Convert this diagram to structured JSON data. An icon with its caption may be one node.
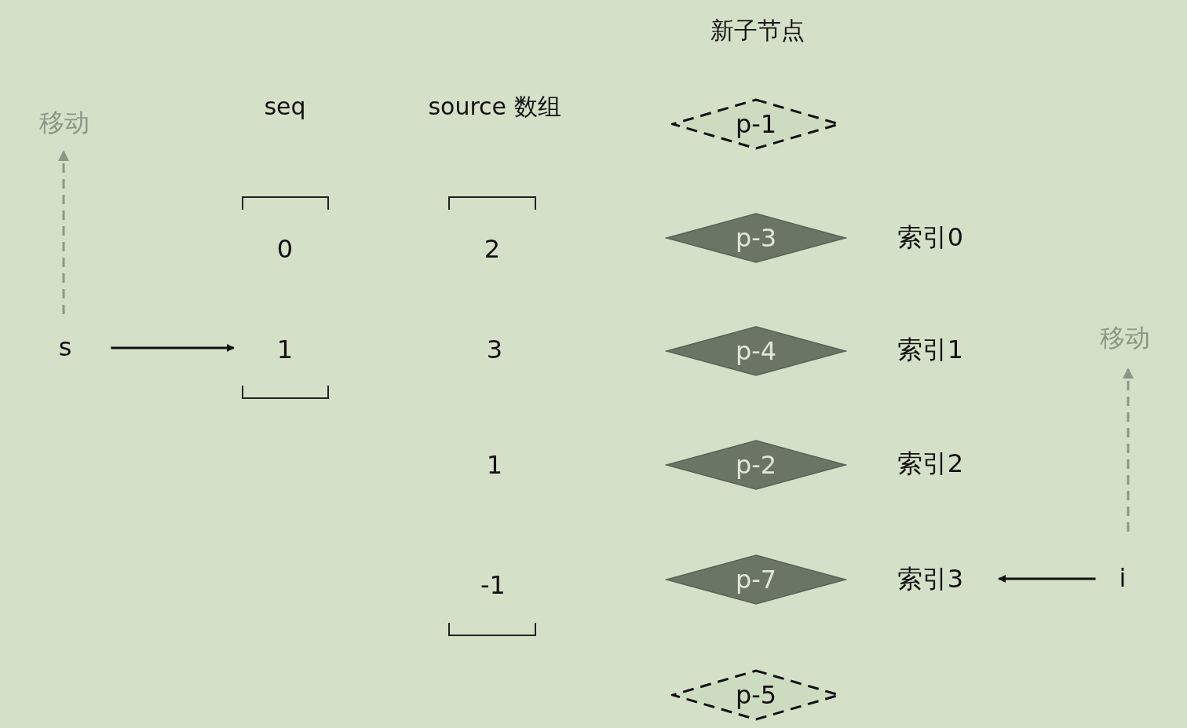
{
  "diagram": {
    "nodes": [
      {
        "text": [
          "p-1"
        ]
      },
      {
        "text": [
          "p-3"
        ]
      },
      {
        "text": [
          "p-4"
        ]
      },
      {
        "text": [
          "p-2"
        ]
      },
      {
        "text": [
          "p-7"
        ]
      },
      {
        "text": [
          "p-5"
        ]
      },
      {
        "text": [
          "s"
        ]
      },
      {
        "text": [
          "1"
        ]
      },
      {
        "text": [
          "索引3"
        ]
      },
      {
        "text": [
          "i"
        ]
      }
    ],
    "edges": [
      {
        "from": 6,
        "to": 7,
        "arrow": "to"
      },
      {
        "from": 9,
        "to": 8,
        "arrow": "to"
      }
    ],
    "labels": [
      "新子节点",
      "seq",
      "source 数组",
      "移动",
      "0",
      "2",
      "索引0",
      "移动",
      "3",
      "索引1",
      "1",
      "索引2",
      "-1"
    ]
  }
}
